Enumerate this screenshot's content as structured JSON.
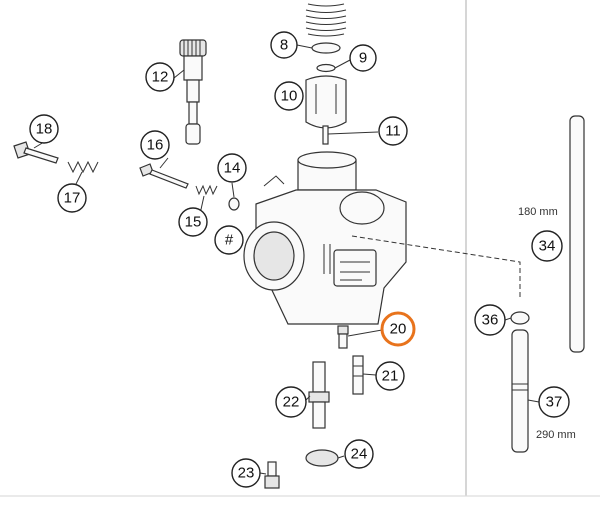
{
  "parts": [
    {
      "label": "8"
    },
    {
      "label": "9"
    },
    {
      "label": "10"
    },
    {
      "label": "11"
    },
    {
      "label": "12"
    },
    {
      "label": "14"
    },
    {
      "label": "15"
    },
    {
      "label": "16"
    },
    {
      "label": "17"
    },
    {
      "label": "18"
    },
    {
      "label": "#"
    },
    {
      "label": "20"
    },
    {
      "label": "21"
    },
    {
      "label": "22"
    },
    {
      "label": "23"
    },
    {
      "label": "24"
    },
    {
      "label": "34"
    },
    {
      "label": "36"
    },
    {
      "label": "37"
    }
  ],
  "highlighted_part": "20",
  "highlight_color": "#e8731c",
  "dimensions": {
    "tube_34": "180 mm",
    "tube_37": "290 mm"
  }
}
